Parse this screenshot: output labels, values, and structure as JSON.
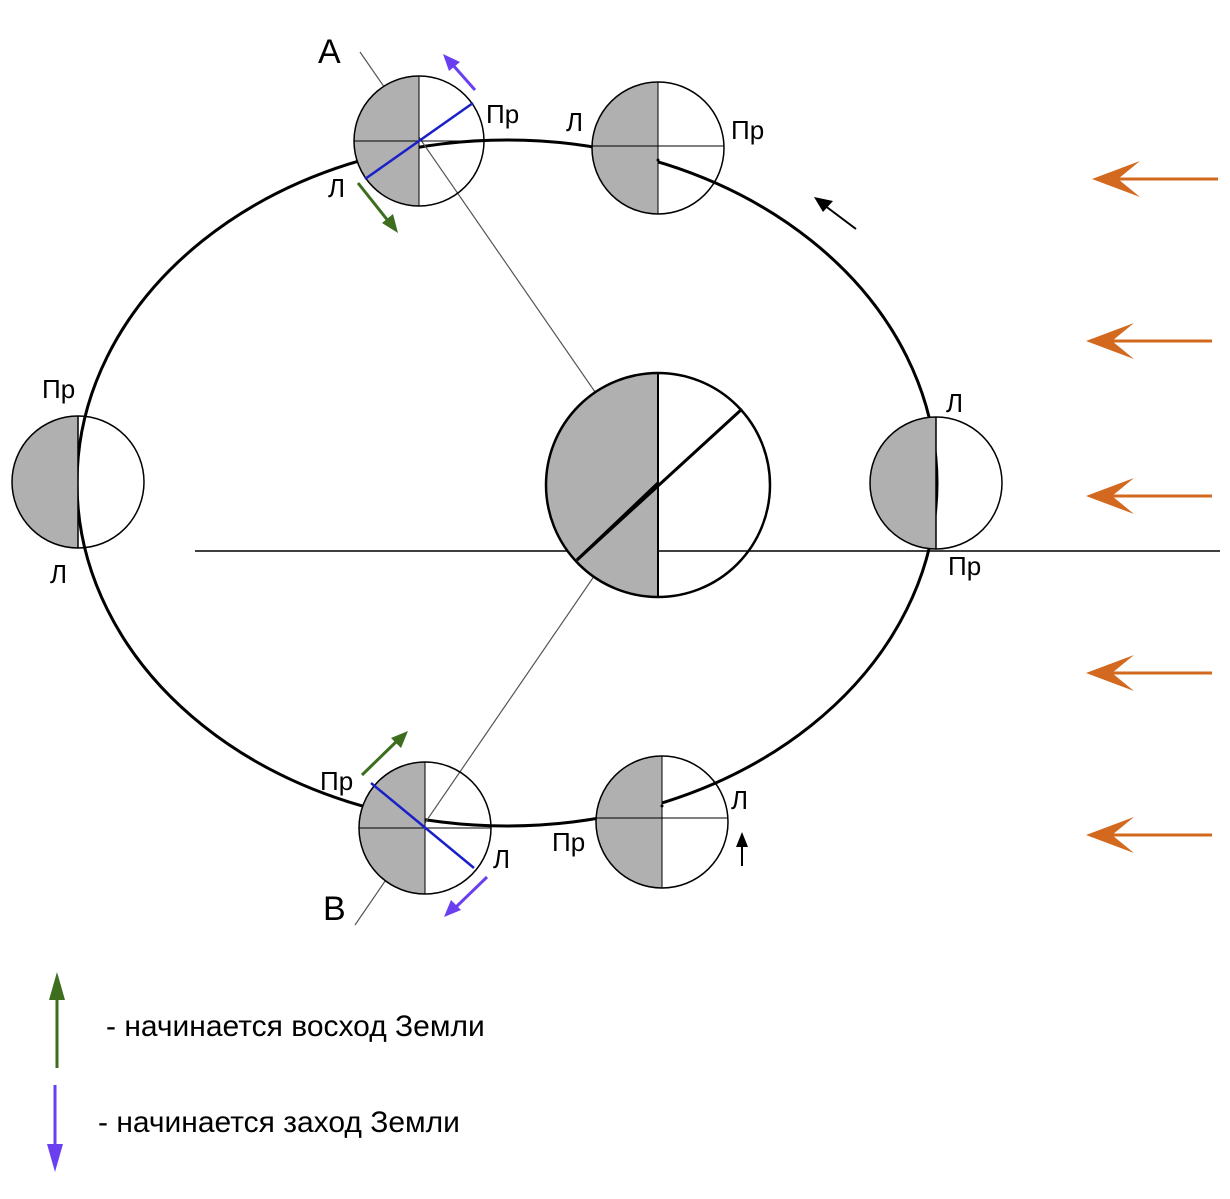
{
  "colors": {
    "shadow": "#b0b0b0",
    "outline": "#000000",
    "sun_arrow": "#d2691e",
    "rise_arrow": "#3c6e1e",
    "set_arrow": "#6a3ff0",
    "axis_line": "#1a20c8"
  },
  "labels": {
    "point_a": "А",
    "point_b": "В",
    "left_limb": "Л",
    "right_limb": "Пр"
  },
  "legend": {
    "rise_text": "- начинается восход Земли",
    "set_text": "- начинается заход Земли"
  },
  "icons": {
    "rise": "arrow-up-icon",
    "set": "arrow-down-icon",
    "sunlight": "arrow-left-icon",
    "orbit_direction": "arrow-icon"
  }
}
